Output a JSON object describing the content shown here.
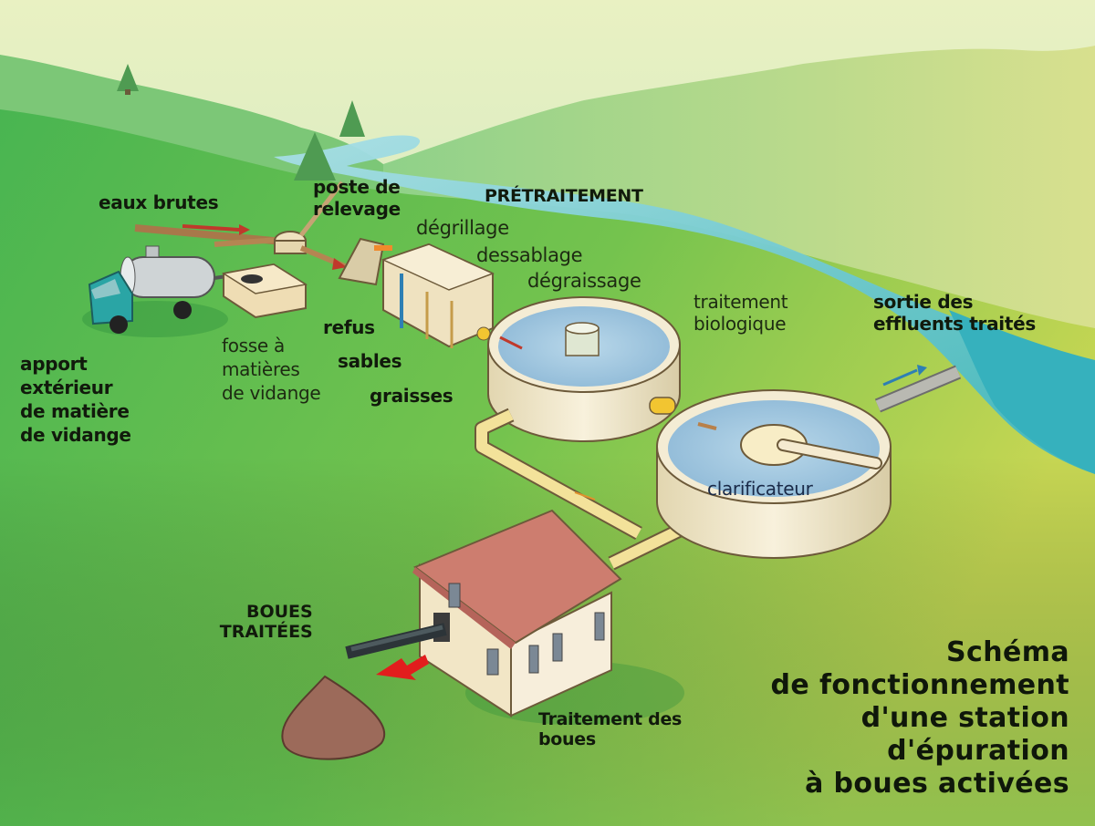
{
  "diagram": {
    "title_lines": [
      "Schéma",
      "de fonctionnement",
      "d'une station",
      "d'épuration",
      "à boues activées"
    ],
    "labels": {
      "eaux_brutes": "eaux brutes",
      "poste_relevage": [
        "poste de",
        "relevage"
      ],
      "pretraitement": "PRÉTRAITEMENT",
      "degrillage": "dégrillage",
      "dessablage": "dessablage",
      "degraissage": "dégraissage",
      "traitement_biologique": [
        "traitement",
        "biologique"
      ],
      "sortie_effluents": [
        "sortie des",
        "effluents traités"
      ],
      "refus": "refus",
      "sables": "sables",
      "graisses": "graisses",
      "fosse": [
        "fosse à",
        "matières",
        "de vidange"
      ],
      "apport": [
        "apport",
        "extérieur",
        "de matière",
        "de vidange"
      ],
      "clarificateur": "clarificateur",
      "boues_traitees": [
        "BOUES",
        "TRAITÉES"
      ],
      "traitement_boues": [
        "Traitement des",
        "boues"
      ]
    },
    "colors": {
      "grass_dark": "#3fae4e",
      "grass_light": "#c9d855",
      "sky": "#e6efbf",
      "river": "#5cc3c9",
      "tank_wall": "#f1e8cc",
      "water": "#9ec6df",
      "roof": "#c8766a",
      "pipe": "#f3e29a",
      "arrow_red": "#e02020",
      "truck_cab": "#2aa5a5"
    }
  }
}
